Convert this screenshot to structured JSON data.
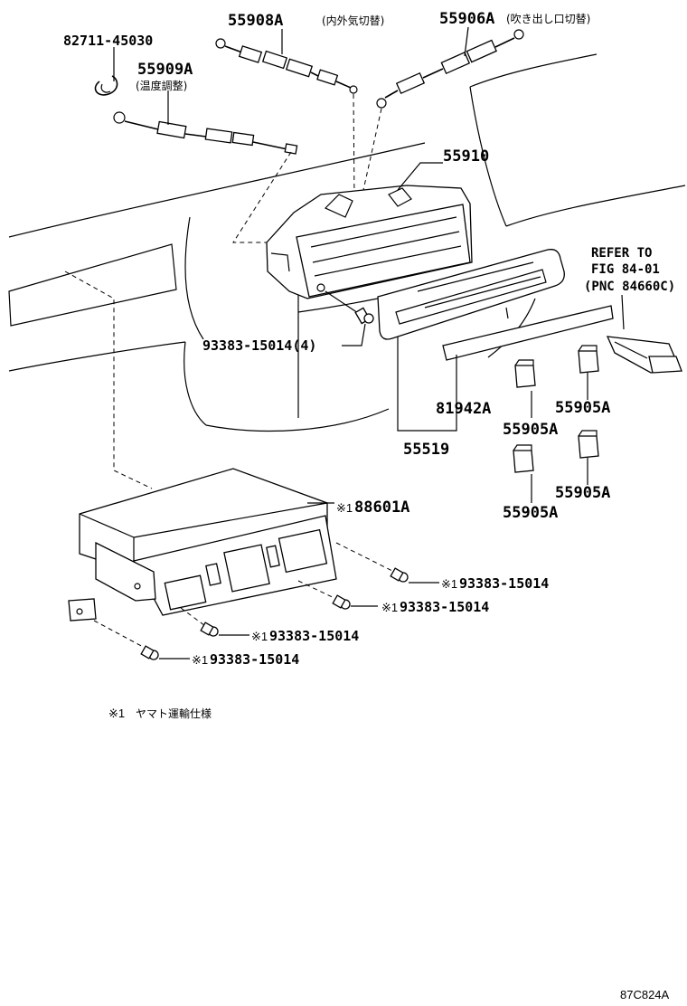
{
  "parts": {
    "clamp": "82711-45030",
    "cable_temp": "55909A",
    "cable_temp_note": "(温度調整)",
    "cable_air": "55908A",
    "cable_air_note": "(内外気切替)",
    "cable_mode": "55906A",
    "cable_mode_note": "(吹き出し口切替)",
    "control_assy": "55910",
    "screw_4": "93383-15014(4)",
    "refer_line1": "REFER TO",
    "refer_line2": "FIG 84-01",
    "refer_line3": "(PNC 84660C)",
    "panel_plate": "81942A",
    "panel": "55519",
    "knob_1": "55905A",
    "knob_2": "55905A",
    "knob_3": "55905A",
    "knob_4": "55905A",
    "amp_prefix": "※1",
    "amp": "88601A",
    "screw_a_prefix": "※1",
    "screw_a": "93383-15014",
    "screw_b_prefix": "※1",
    "screw_b": "93383-15014",
    "screw_c_prefix": "※1",
    "screw_c": "93383-15014",
    "screw_d_prefix": "※1",
    "screw_d": "93383-15014"
  },
  "footnote": {
    "mark": "※1",
    "text": "ヤマト運輸仕様"
  },
  "diagram_code": "87C824A"
}
